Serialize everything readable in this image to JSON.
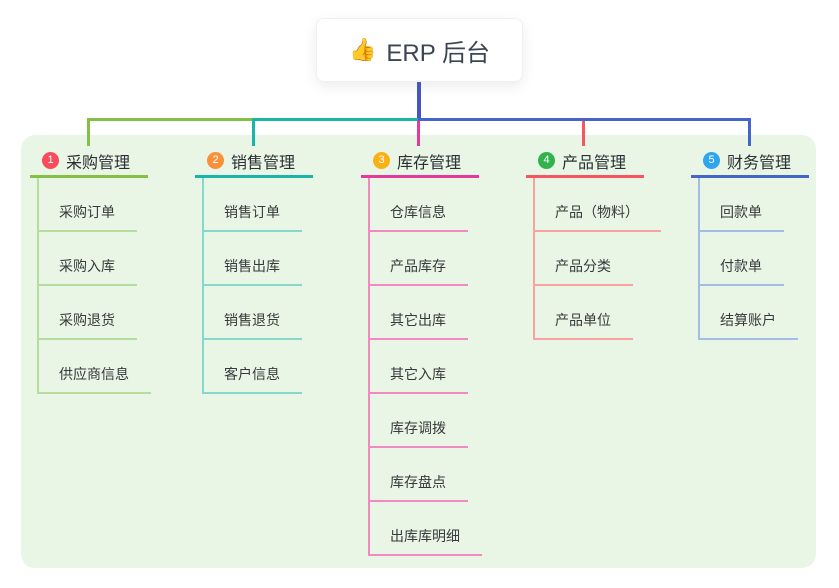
{
  "root": {
    "label": "ERP 后台",
    "icon": "👍"
  },
  "colors": {
    "canvas_bg": "#e9f6e6",
    "stem": "#4356c4",
    "bus_right": "#4465ca"
  },
  "branches": [
    {
      "badge": "1",
      "label": "采购管理",
      "color": "#82c046",
      "light": "#b7dd9c",
      "badge_color": "#f84b5c",
      "children": [
        "采购订单",
        "采购入库",
        "采购退货",
        "供应商信息"
      ]
    },
    {
      "badge": "2",
      "label": "销售管理",
      "color": "#19b5a8",
      "light": "#85d8cc",
      "badge_color": "#f9913b",
      "children": [
        "销售订单",
        "销售出库",
        "销售退货",
        "客户信息"
      ]
    },
    {
      "badge": "3",
      "label": "库存管理",
      "color": "#e43a9b",
      "light": "#f18ac2",
      "badge_color": "#fcb017",
      "children": [
        "仓库信息",
        "产品库存",
        "其它出库",
        "其它入库",
        "库存调拨",
        "库存盘点",
        "出库库明细"
      ]
    },
    {
      "badge": "4",
      "label": "产品管理",
      "color": "#f8555e",
      "light": "#f9a3a1",
      "badge_color": "#30b34d",
      "children": [
        "产品（物料）",
        "产品分类",
        "产品单位"
      ]
    },
    {
      "badge": "5",
      "label": "财务管理",
      "color": "#4465ca",
      "light": "#a3bde9",
      "badge_color": "#30a5ec",
      "children": [
        "回款单",
        "付款单",
        "结算账户"
      ]
    }
  ]
}
